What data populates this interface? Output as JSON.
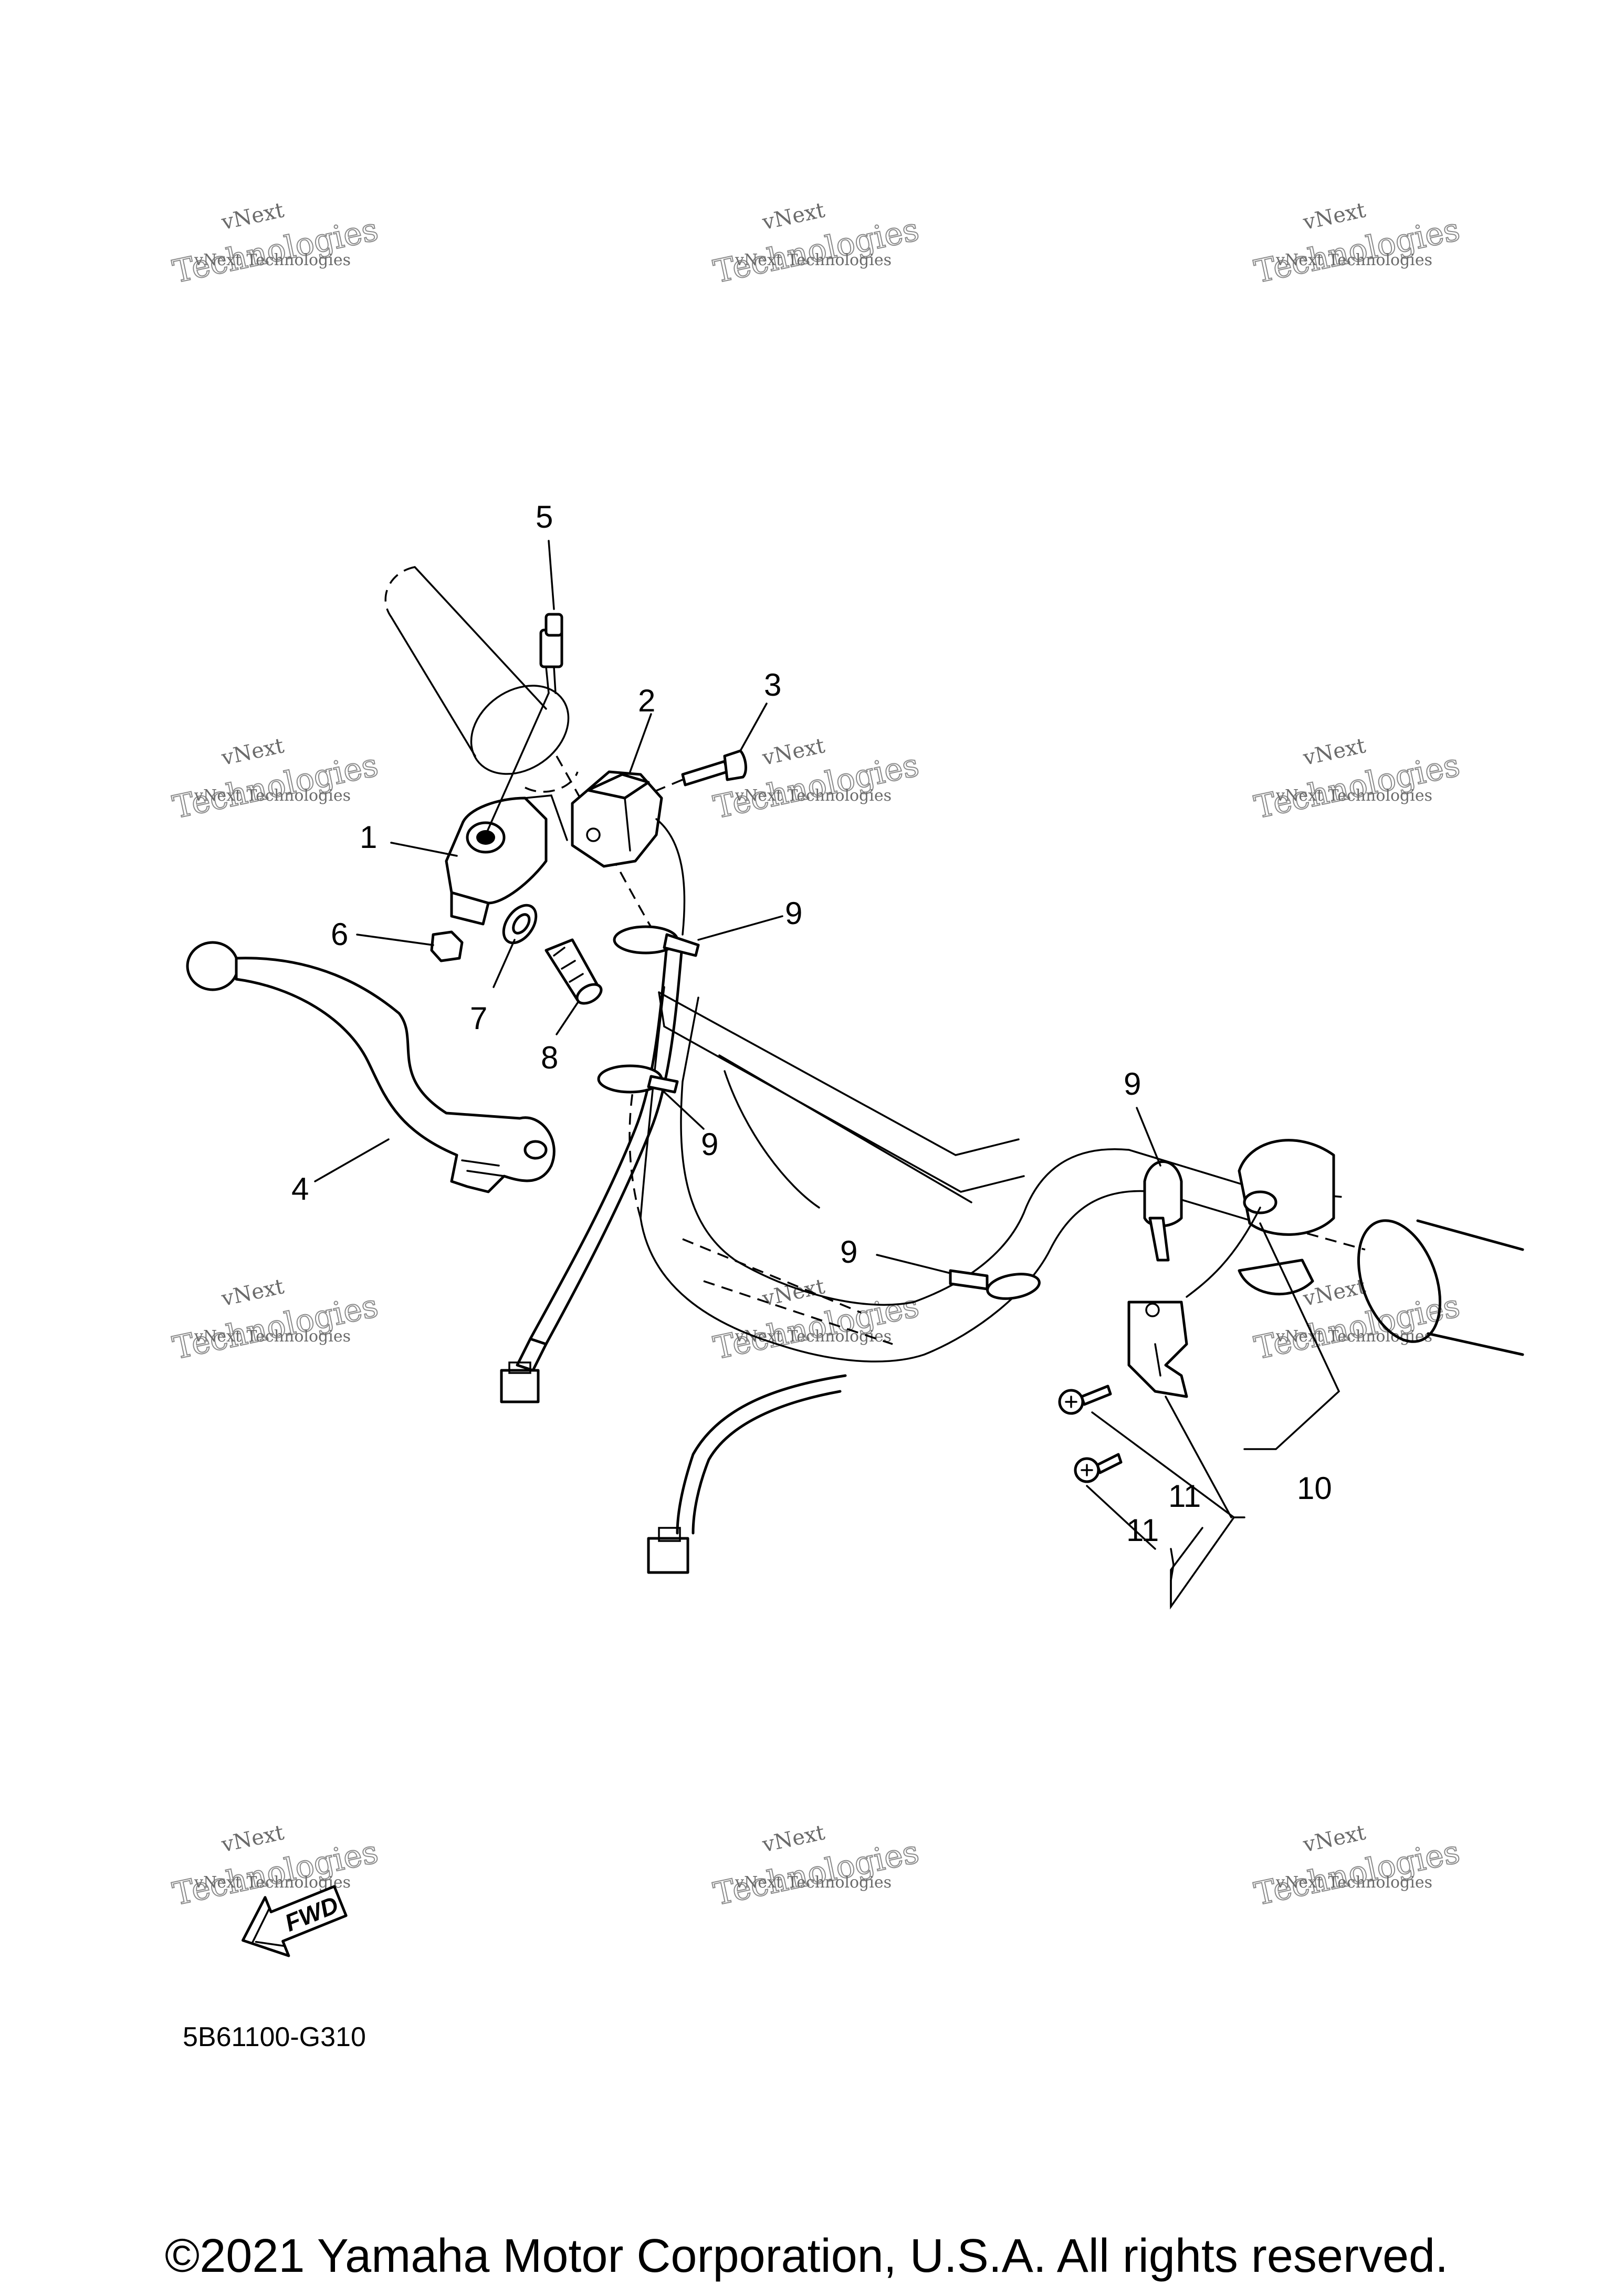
{
  "watermark": {
    "line1": "vNext",
    "line2": "vNext Technologies",
    "line3": "Technologies"
  },
  "callouts": [
    "1",
    "2",
    "3",
    "4",
    "5",
    "6",
    "7",
    "8",
    "9",
    "9",
    "9",
    "9",
    "10",
    "11",
    "11"
  ],
  "fwd_label": "FWD",
  "part_code": "5B61100-G310",
  "copyright": "©2021 Yamaha Motor Corporation, U.S.A. All rights reserved."
}
